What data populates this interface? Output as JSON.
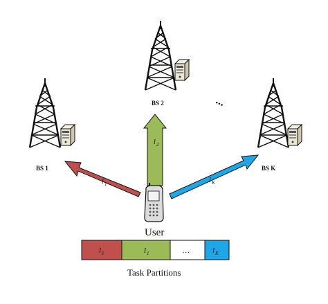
{
  "base_stations": [
    {
      "name": "BS 1"
    },
    {
      "name": "BS 2"
    },
    {
      "name": "BS K"
    }
  ],
  "ellipsis": "...",
  "arrows": [
    {
      "label": "l",
      "sub": "1",
      "color": "#c0504d"
    },
    {
      "label": "l",
      "sub": "2",
      "color": "#9bbb59"
    },
    {
      "label": "l",
      "sub": "K",
      "color": "#1ea7e6"
    }
  ],
  "user": {
    "label": "User"
  },
  "partitions": {
    "cells": [
      {
        "label": "l",
        "sub": "1",
        "color": "#c0504d"
      },
      {
        "label": "l",
        "sub": "1",
        "color": "#9bbb59"
      },
      {
        "label": "…",
        "sub": "",
        "color": "#ffffff"
      },
      {
        "label": "l",
        "sub": "K",
        "color": "#1ea7e6"
      }
    ],
    "caption": "Task Partitions"
  },
  "colors": {
    "tower": "#111111",
    "server": "#e8e0cc"
  }
}
